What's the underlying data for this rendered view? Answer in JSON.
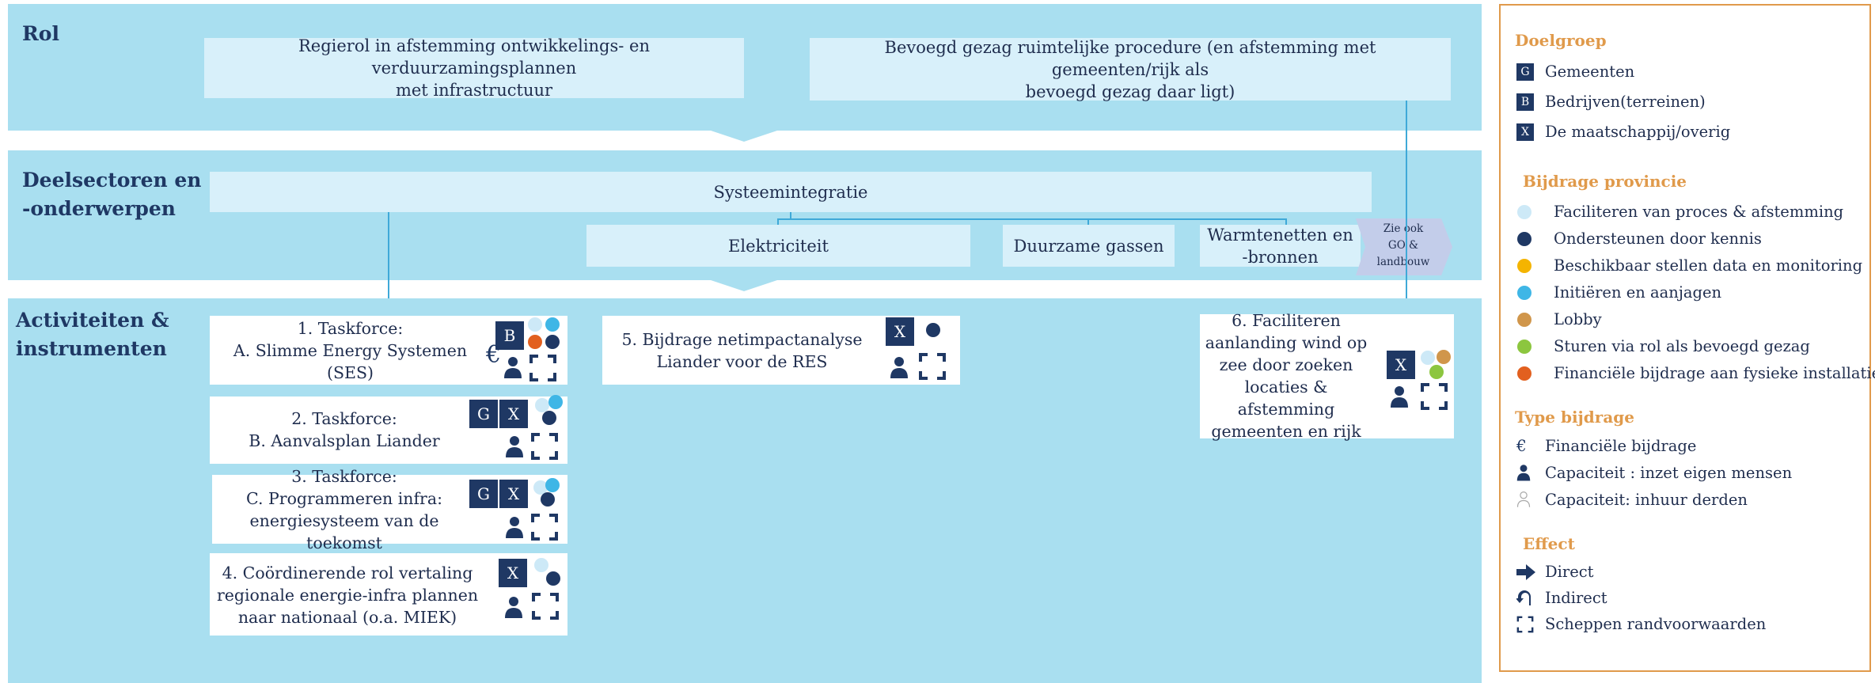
{
  "bands": {
    "rol": "Rol",
    "deelsectoren_line1": "Deelsectoren en",
    "deelsectoren_line2": "-onderwerpen",
    "activiteiten_line1": "Activiteiten &",
    "activiteiten_line2": "instrumenten"
  },
  "rol_boxes": [
    {
      "line1": "Regierol in afstemming ontwikkelings- en verduurzamingsplannen",
      "line2": "met infrastructuur"
    },
    {
      "line1": "Bevoegd gezag ruimtelijke procedure (en afstemming met gemeenten/rijk als",
      "line2": "bevoegd gezag daar ligt)"
    }
  ],
  "sectors": {
    "systeemintegratie": "Systeemintegratie",
    "elektriciteit": "Elektriciteit",
    "duurzame_gassen": "Duurzame gassen",
    "warmtenetten_line1": "Warmtenetten en",
    "warmtenetten_line2": "-bronnen",
    "zie_ook_line1": "Zie ook",
    "zie_ook_line2": "GO &",
    "zie_ook_line3": "landbouw"
  },
  "activities": [
    {
      "lines": [
        "1. Taskforce:",
        "A. Slimme Energy Systemen (SES)"
      ],
      "tags": [
        "B"
      ]
    },
    {
      "lines": [
        "2. Taskforce:",
        "B. Aanvalsplan Liander"
      ],
      "tags": [
        "G",
        "X"
      ]
    },
    {
      "lines": [
        "3. Taskforce:",
        "C. Programmeren infra:",
        "energiesysteem van de toekomst"
      ],
      "tags": [
        "G",
        "X"
      ]
    },
    {
      "lines": [
        "4. Coördinerende rol vertaling",
        "regionale energie-infra plannen",
        "naar nationaal (o.a. MIEK)"
      ],
      "tags": [
        "X"
      ]
    },
    {
      "lines": [
        "5. Bijdrage netimpactanalyse",
        "Liander voor de RES"
      ],
      "tags": [
        "X"
      ]
    },
    {
      "lines": [
        "6. Faciliteren",
        "aanlanding wind op",
        "zee door zoeken",
        "locaties & afstemming",
        "gemeenten en rijk"
      ],
      "tags": [
        "X"
      ]
    }
  ],
  "legend": {
    "doelgroep": {
      "title": "Doelgroep",
      "items": [
        {
          "tag": "G",
          "label": "Gemeenten"
        },
        {
          "tag": "B",
          "label": "Bedrijven(terreinen)"
        },
        {
          "tag": "X",
          "label": "De maatschappij/overig"
        }
      ]
    },
    "bijdrage": {
      "title": "Bijdrage provincie",
      "items": [
        {
          "color": "#cde9f7",
          "label": "Faciliteren van proces & afstemming"
        },
        {
          "color": "#1f3864",
          "label": "Ondersteunen door kennis"
        },
        {
          "color": "#f4b400",
          "label": "Beschikbaar stellen data en monitoring"
        },
        {
          "color": "#3fb6e6",
          "label": "Initiëren en aanjagen"
        },
        {
          "color": "#d0964b",
          "label": "Lobby"
        },
        {
          "color": "#8cc63f",
          "label": "Sturen via rol als bevoegd gezag"
        },
        {
          "color": "#e2601f",
          "label": "Financiële bijdrage aan fysieke installaties"
        }
      ]
    },
    "type": {
      "title": "Type bijdrage",
      "items": [
        {
          "icon": "euro-icon",
          "label": "Financiële bijdrage"
        },
        {
          "icon": "person-icon",
          "label": "Capaciteit : inzet eigen mensen"
        },
        {
          "icon": "person-outline-icon",
          "label": "Capaciteit: inhuur derden"
        }
      ]
    },
    "effect": {
      "title": "Effect",
      "items": [
        {
          "icon": "arrow-right-icon",
          "label": "Direct"
        },
        {
          "icon": "return-arrow-icon",
          "label": "Indirect"
        },
        {
          "icon": "frame-corners-icon",
          "label": "Scheppen randvoorwaarden"
        }
      ]
    }
  },
  "glyphs": {
    "euro": "€"
  }
}
